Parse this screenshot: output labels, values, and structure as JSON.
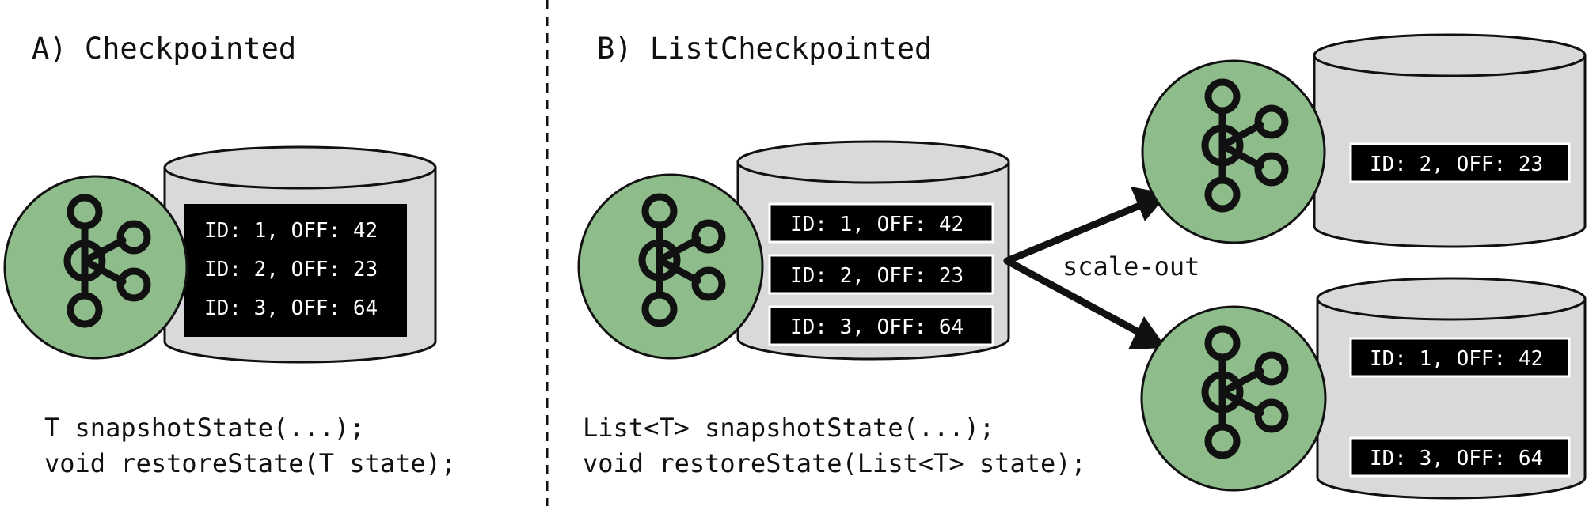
{
  "panel_a": {
    "title": "A) Checkpointed",
    "entries": [
      "ID: 1, OFF: 42",
      "ID: 2, OFF: 23",
      "ID: 3, OFF: 64"
    ],
    "code": [
      "T snapshotState(...);",
      "void restoreState(T state);"
    ]
  },
  "panel_b": {
    "title": "B) ListCheckpointed",
    "entries": [
      "ID: 1, OFF: 42",
      "ID: 2, OFF: 23",
      "ID: 3, OFF: 64"
    ],
    "code": [
      "List<T> snapshotState(...);",
      "void restoreState(List<T> state);"
    ],
    "arrow_label": "scale-out",
    "instance_top": {
      "entries": [
        "ID: 2, OFF: 23"
      ]
    },
    "instance_bottom": {
      "entries": [
        "ID: 1, OFF: 42",
        "ID: 3, OFF: 64"
      ]
    }
  },
  "icons": {
    "operator": "kafka-logo-icon",
    "state_store": "database-cylinder-icon"
  },
  "colors": {
    "node_fill": "#8fbc8b",
    "store_fill": "#d9d9d9",
    "entry_fill": "#000000",
    "entry_text": "#ffffff",
    "line": "#111111"
  }
}
